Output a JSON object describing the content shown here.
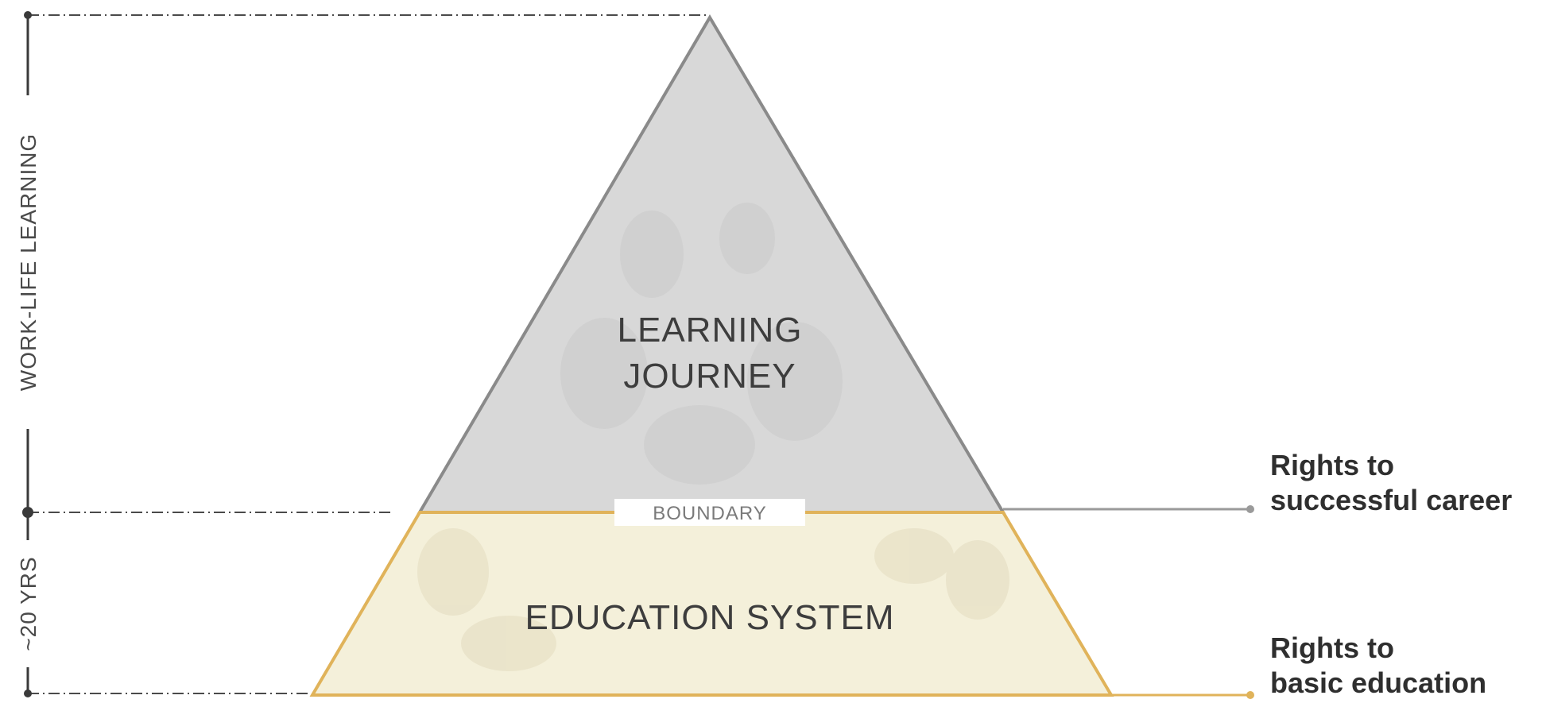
{
  "diagram": {
    "pyramid_top": {
      "label_line1": "LEARNING",
      "label_line2": "JOURNEY",
      "fill_color": "#d4d4d4",
      "stroke_color": "#8a8a8a"
    },
    "pyramid_bottom": {
      "label": "EDUCATION SYSTEM",
      "fill_color": "#f4f0da",
      "stroke_color": "#e0b35a"
    },
    "boundary_label": "BOUNDARY",
    "axis": {
      "upper_label": "WORK-LIFE LEARNING",
      "lower_label": "~20 YRS"
    },
    "rights": {
      "career": {
        "line1": "Rights to",
        "line2": "successful career"
      },
      "education": {
        "line1": "Rights to",
        "line2": "basic education"
      }
    }
  }
}
